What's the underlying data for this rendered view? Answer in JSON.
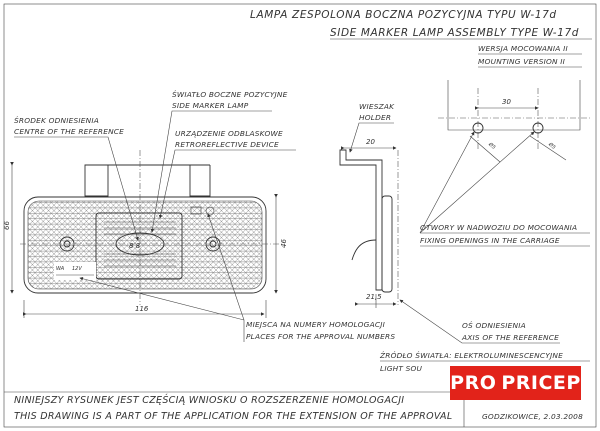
{
  "title": {
    "line_pl": "LAMPA ZESPOLONA BOCZNA POZYCYJNA TYPU W-17d",
    "line_en": "SIDE MARKER LAMP ASSEMBLY TYPE W-17d"
  },
  "labels": {
    "mounting_version": {
      "pl": "WERSJA MOCOWANIA II",
      "en": "MOUNTING VERSION II"
    },
    "holder": {
      "pl": "WIESZAK",
      "en": "HOLDER"
    },
    "side_marker": {
      "pl": "ŚWIATŁO BOCZNE POZYCYJNE",
      "en": "SIDE MARKER LAMP"
    },
    "retroreflective": {
      "pl": "URZĄDZENIE ODBLASKOWE",
      "en": "RETROREFLECTIVE DEVICE"
    },
    "reference_centre": {
      "pl": "ŚRODEK ODNIESIENIA",
      "en": "CENTRE OF THE REFERENCE"
    },
    "fixing_openings": {
      "pl": "OTWORY W NADWOZIU DO MOCOWANIA",
      "en": "FIXING OPENINGS IN THE CARRIAGE"
    },
    "approval_places": {
      "pl": "MIEJSCA NA NUMERY HOMOLOGACJI",
      "en": "PLACES FOR THE APPROVAL NUMBERS"
    },
    "reference_axis": {
      "pl": "OŚ ODNIESIENIA",
      "en": "AXIS OF THE REFERENCE"
    },
    "light_source": {
      "pl": "ŹRÓDŁO ŚWIATŁA: ELEKTROLUMINESCENCYJNE",
      "en": "LIGHT SOU"
    }
  },
  "dimensions": {
    "width_116": "116",
    "height_66": "66",
    "height_46": "46",
    "holder_20": "20",
    "depth_21_5": "21,5",
    "spacing_30": "30",
    "hole_d1": "Ø5",
    "hole_d2": "Ø5"
  },
  "lamp_marks": {
    "center_digits": "8 8",
    "wa_text": "WA",
    "volt_text": "12V"
  },
  "footer": {
    "note_pl": "NINIEJSZY RYSUNEK JEST CZĘŚCIĄ WNIOSKU O ROZSZERZENIE HOMOLOGACJI",
    "note_en": "THIS DRAWING IS A PART OF THE APPLICATION FOR THE EXTENSION OF THE APPROVAL",
    "place_date": "GODZIKOWICE, 2.03.2008"
  },
  "logo": {
    "part1": "PRO",
    "part2": "PRICEP",
    "bg_color": "#e2231a",
    "text_color": "#ffffff"
  }
}
